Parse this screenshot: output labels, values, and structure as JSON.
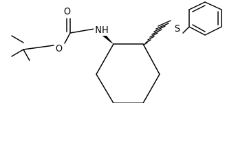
{
  "molecule": {
    "atoms": {
      "o_carbonyl": "O",
      "o_ester": "O",
      "n_amide": "NH",
      "s_thioether": "S"
    },
    "stereo": {
      "c1_to_n": "wedge",
      "c2_to_s": "hash"
    }
  }
}
